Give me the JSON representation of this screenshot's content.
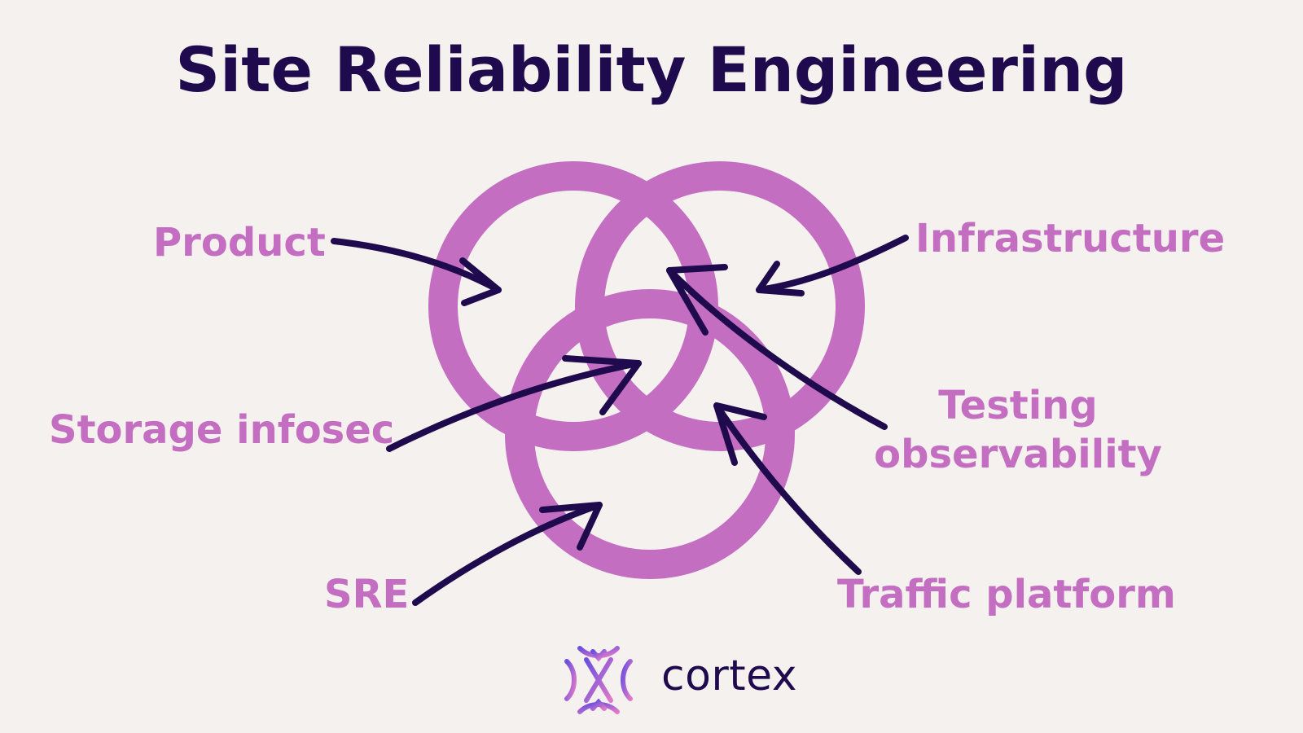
{
  "title": "Site Reliability Engineering",
  "labels": {
    "product": "Product",
    "infrastructure": "Infrastructure",
    "storage_infosec": "Storage infosec",
    "testing_line1": "Testing",
    "testing_line2": "observability",
    "sre": "SRE",
    "traffic_platform": "Traffic platform"
  },
  "brand": {
    "name": "cortex",
    "logo_icon": "cortex-logo-icon"
  },
  "colors": {
    "background": "#f5f1ef",
    "title": "#1f0a4d",
    "accent": "#c46ec2",
    "arrow": "#1f0a4d"
  }
}
